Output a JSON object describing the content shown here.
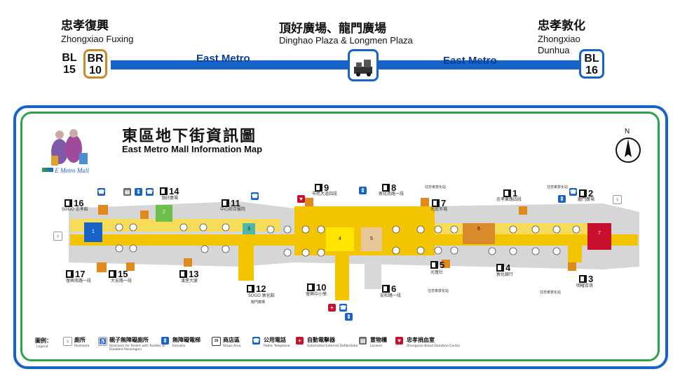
{
  "stations": {
    "left": {
      "zh": "忠孝復興",
      "en": "Zhongxiao Fuxing",
      "codes": [
        {
          "line": "BL",
          "num": "15"
        },
        {
          "line": "BR",
          "num": "10"
        }
      ]
    },
    "center": {
      "zh": "頂好廣場、龍門廣場",
      "en": "Dinghao Plaza & Longmen Plaza"
    },
    "right": {
      "zh": "忠孝敦化",
      "en_line1": "Zhongxiao",
      "en_line2": "Dunhua",
      "codes": [
        {
          "line": "BL",
          "num": "16"
        }
      ]
    }
  },
  "metro_labels": [
    "East Metro",
    "East Metro"
  ],
  "map": {
    "title_zh": "東區地下街資訊圖",
    "title_en": "East Metro Mall Information Map",
    "logo_text": "E Metro Mall",
    "north": "N",
    "exits_top": [
      "16",
      "14",
      "11",
      "9",
      "8",
      "7",
      "1",
      "2"
    ],
    "exits_bottom": [
      "17",
      "15",
      "13",
      "12",
      "10",
      "6",
      "5",
      "4",
      "3"
    ],
    "exit_names": {
      "16": "SOGO 忠孝館",
      "14": "頂好廣場",
      "11": "中心綜合醫院",
      "9": "市民大道四段",
      "8": "敦化南路一段",
      "7": "光武市場",
      "1": "忠孝東路四段",
      "2": "龍門廣場",
      "17": "復興南路一段",
      "15": "大安路一段",
      "13": "漢堡大廈",
      "12": "SOGO 敦化館",
      "12b": "龍門廣場",
      "10": "復興中小學",
      "6": "安和路一段",
      "5": "光復社",
      "4": "敦化銀行",
      "3": "明曜百貨"
    },
    "station_tag": "往忠孝敦化站",
    "blocks": [
      "1",
      "2",
      "3",
      "4",
      "5",
      "6",
      "7"
    ]
  },
  "legend": {
    "label": "圖例：",
    "label_en": "Legend",
    "items": [
      {
        "zh": "廁所",
        "en": "Restroom",
        "icon": "restroom-icon"
      },
      {
        "zh": "親子無障礙廁所",
        "en": "Restroom for Parent with Toddler or Disabled Passengers",
        "icon": "family-restroom-icon"
      },
      {
        "zh": "無障礙電梯",
        "en": "Elevator",
        "icon": "elevator-icon"
      },
      {
        "zh": "商店區",
        "en": "Shops Area",
        "icon": "shop-icon"
      },
      {
        "zh": "公用電話",
        "en": "Public Telephone",
        "icon": "telephone-icon"
      },
      {
        "zh": "自動電擊器",
        "en": "Automated External Defibrillator",
        "icon": "aed-icon"
      },
      {
        "zh": "置物櫃",
        "en": "Lockers",
        "icon": "locker-icon"
      },
      {
        "zh": "忠孝捐血室",
        "en": "Zhongxiao Blood Donation Center",
        "icon": "blood-donation-icon"
      }
    ]
  },
  "colors": {
    "line_blue": "#1763c7",
    "frame_green": "#2da24a",
    "corridor_yellow": "#f2c500",
    "badge_orange": "#c98a2b"
  }
}
